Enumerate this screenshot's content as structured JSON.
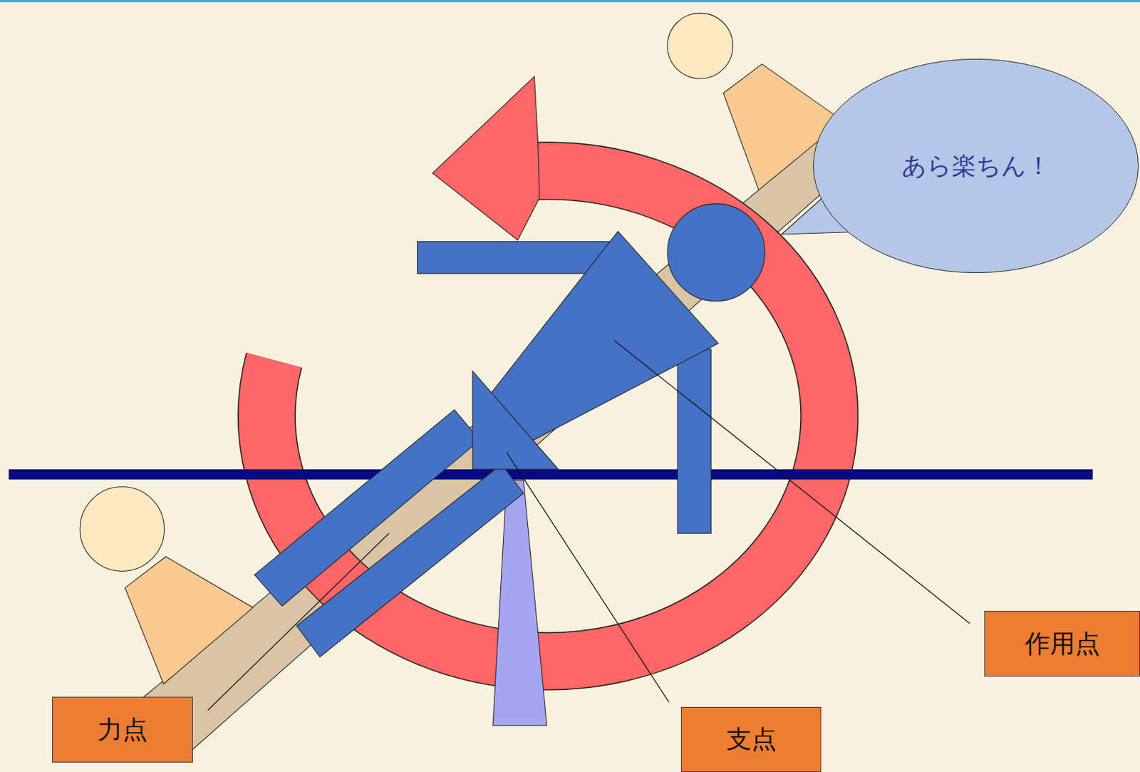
{
  "diagram": {
    "nodes": [
      {
        "text": [
          "あら楽ちん！"
        ]
      },
      {
        "text": [
          "作用点"
        ]
      },
      {
        "text": [
          "力点"
        ]
      },
      {
        "text": [
          "支点"
        ]
      }
    ]
  }
}
